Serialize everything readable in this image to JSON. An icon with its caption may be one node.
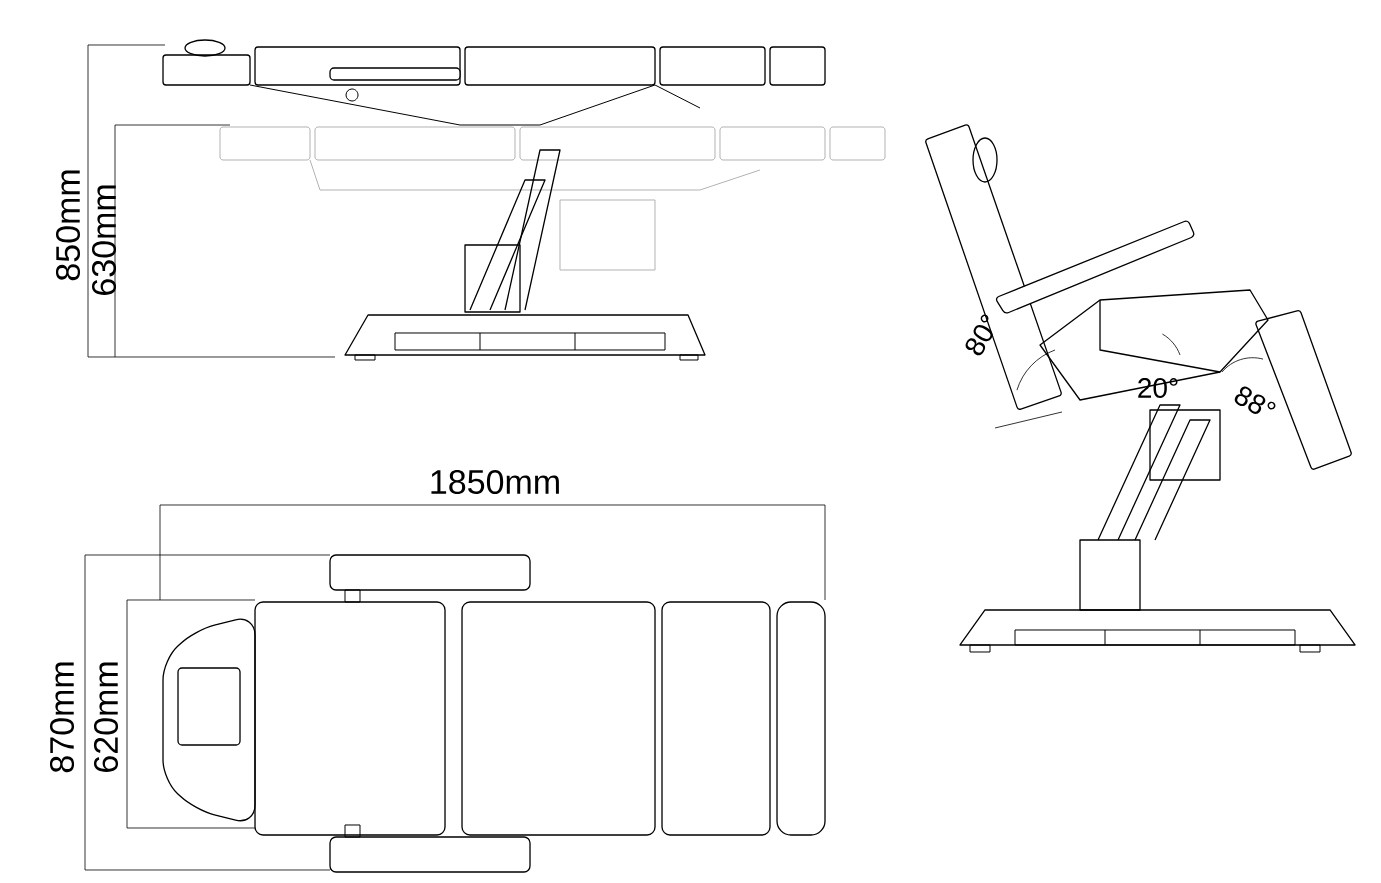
{
  "diagram": {
    "labels": [
      "850mm",
      "630mm",
      "80°",
      "20°",
      "88°",
      "1850mm",
      "870mm",
      "620mm"
    ]
  }
}
